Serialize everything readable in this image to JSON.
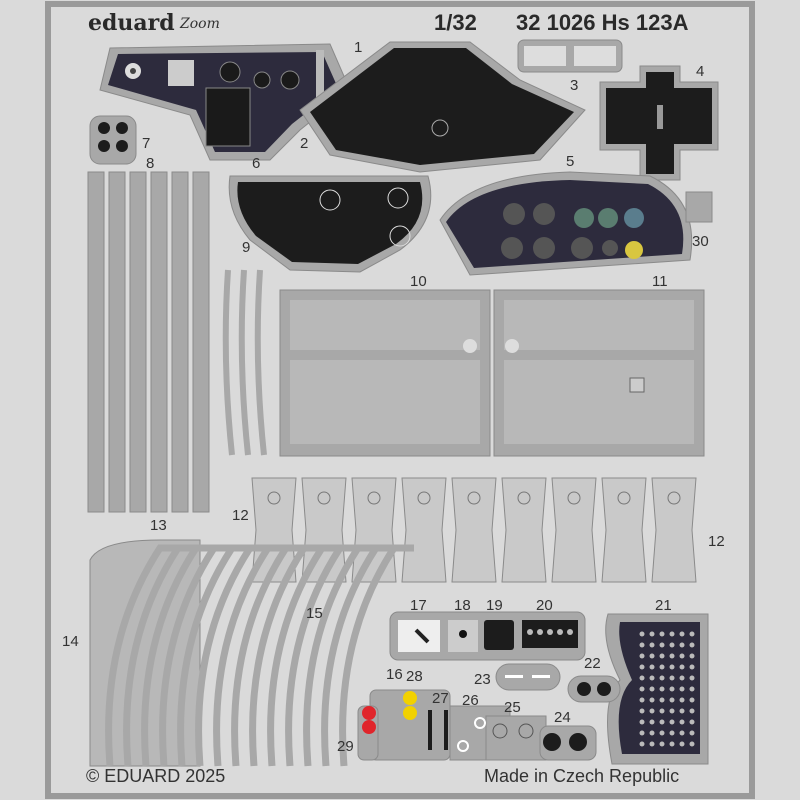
{
  "header": {
    "brand": "eduard",
    "sub_brand": "Zoom",
    "scale": "1/32",
    "product": "32 1026 Hs 123A"
  },
  "footer": {
    "copyright": "© EDUARD 2025",
    "origin": "Made in Czech Republic"
  },
  "parts": {
    "p1": "1",
    "p2": "2",
    "p3": "3",
    "p4": "4",
    "p5": "5",
    "p6": "6",
    "p7": "7",
    "p8": "8",
    "p9": "9",
    "p10": "10",
    "p11": "11",
    "p12a": "12",
    "p12b": "12",
    "p13": "13",
    "p14": "14",
    "p15": "15",
    "p16": "16",
    "p17": "17",
    "p18": "18",
    "p19": "19",
    "p20": "20",
    "p21": "21",
    "p22": "22",
    "p23": "23",
    "p24": "24",
    "p25": "25",
    "p26": "26",
    "p27": "27",
    "p28": "28",
    "p29": "29",
    "p30": "30"
  },
  "colors": {
    "sheet": "#dadada",
    "frame": "#a8a8a8",
    "panel": "#2d2b3d",
    "black": "#1c1c1c",
    "red": "#e0252b",
    "yellow": "#f2d100"
  }
}
